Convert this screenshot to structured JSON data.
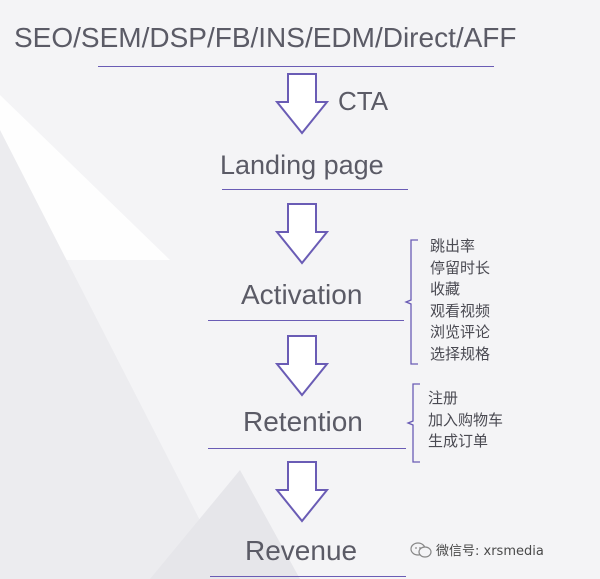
{
  "stages": {
    "channels": "SEO/SEM/DSP/FB/INS/EDM/Direct/AFF",
    "cta": "CTA",
    "landing": "Landing page",
    "activation": "Activation",
    "retention": "Retention",
    "revenue": "Revenue"
  },
  "activation_list": [
    "跳出率",
    "停留时长",
    "收藏",
    "观看视频",
    "浏览评论",
    "选择规格"
  ],
  "retention_list": [
    "注册",
    "加入购物车",
    "生成订单"
  ],
  "watermark": {
    "text": "微信号: xrsmedia",
    "icon": "wechat-icon"
  },
  "colors": {
    "accent": "#6a5cb5",
    "text": "#5b5b66"
  }
}
